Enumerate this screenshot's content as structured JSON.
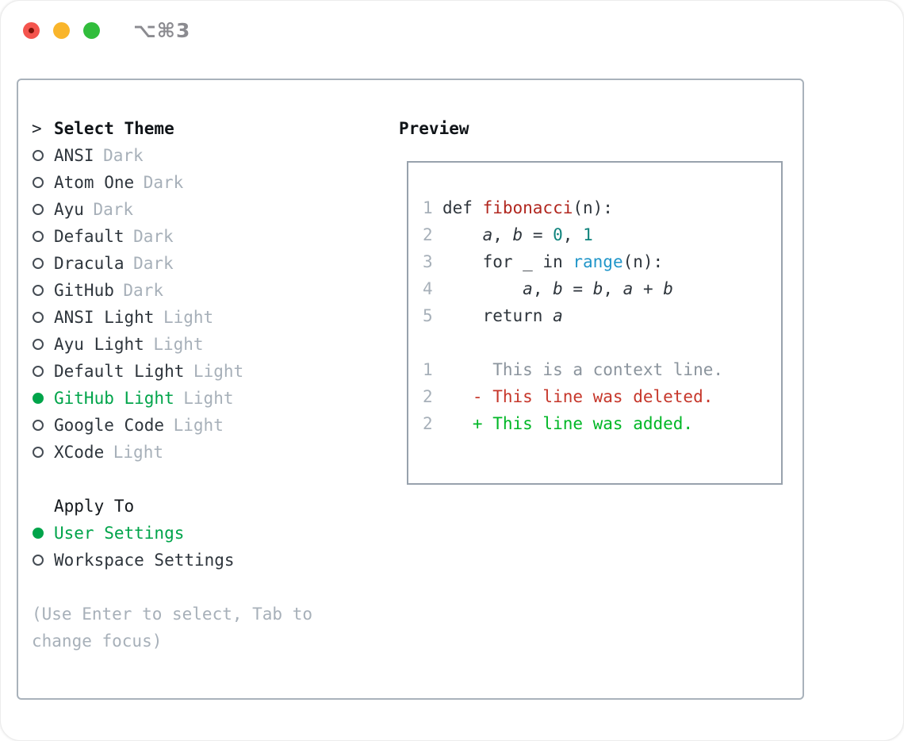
{
  "window": {
    "title": "⌥⌘3",
    "traffic_lights": {
      "close_color": "#f4554e",
      "close_dot_color": "#7c1309",
      "minimize_color": "#f9b52b",
      "zoom_color": "#31bd3c"
    }
  },
  "theme_panel": {
    "header": {
      "prefix": ">",
      "label": "Select Theme"
    },
    "selected_color": "#00a44a",
    "variant_color": "#a7b0b9",
    "themes": [
      {
        "name": "ANSI",
        "variant": "Dark",
        "selected": false
      },
      {
        "name": "Atom One",
        "variant": "Dark",
        "selected": false
      },
      {
        "name": "Ayu",
        "variant": "Dark",
        "selected": false
      },
      {
        "name": "Default",
        "variant": "Dark",
        "selected": false
      },
      {
        "name": "Dracula",
        "variant": "Dark",
        "selected": false
      },
      {
        "name": "GitHub",
        "variant": "Dark",
        "selected": false
      },
      {
        "name": "ANSI Light",
        "variant": "Light",
        "selected": false
      },
      {
        "name": "Ayu Light",
        "variant": "Light",
        "selected": false
      },
      {
        "name": "Default Light",
        "variant": "Light",
        "selected": false
      },
      {
        "name": "GitHub Light",
        "variant": "Light",
        "selected": true
      },
      {
        "name": "Google Code",
        "variant": "Light",
        "selected": false
      },
      {
        "name": "XCode",
        "variant": "Light",
        "selected": false
      }
    ],
    "apply_to": {
      "label": "Apply To",
      "options": [
        {
          "name": "User Settings",
          "selected": true
        },
        {
          "name": "Workspace Settings",
          "selected": false
        }
      ]
    },
    "hint": {
      "line1": "(Use Enter to select, Tab to",
      "line2": "change focus)"
    }
  },
  "preview": {
    "label": "Preview",
    "colors": {
      "function": "#b1271f",
      "number": "#0f837c",
      "builtin": "#2196c9",
      "context": "#8b949d",
      "deleted": "#c6372b",
      "added": "#00b726"
    },
    "lines": [
      {
        "no": "1",
        "segments": [
          [
            "def ",
            "kw"
          ],
          [
            "fibonacci",
            "func"
          ],
          [
            "(n):",
            "plain"
          ]
        ]
      },
      {
        "no": "2",
        "segments": [
          [
            "    ",
            "plain"
          ],
          [
            "a",
            "var"
          ],
          [
            ", ",
            "plain"
          ],
          [
            "b",
            "var"
          ],
          [
            " = ",
            "plain"
          ],
          [
            "0",
            "num"
          ],
          [
            ", ",
            "plain"
          ],
          [
            "1",
            "num"
          ]
        ]
      },
      {
        "no": "3",
        "segments": [
          [
            "    for _ in ",
            "kw"
          ],
          [
            "range",
            "builtin"
          ],
          [
            "(n):",
            "plain"
          ]
        ]
      },
      {
        "no": "4",
        "segments": [
          [
            "        ",
            "plain"
          ],
          [
            "a",
            "var"
          ],
          [
            ", ",
            "plain"
          ],
          [
            "b",
            "var"
          ],
          [
            " = ",
            "plain"
          ],
          [
            "b",
            "var"
          ],
          [
            ", ",
            "plain"
          ],
          [
            "a",
            "var"
          ],
          [
            " + ",
            "plain"
          ],
          [
            "b",
            "var"
          ]
        ]
      },
      {
        "no": "5",
        "segments": [
          [
            "    return ",
            "kw"
          ],
          [
            "a",
            "var"
          ]
        ]
      },
      {
        "no": "",
        "segments": []
      },
      {
        "no": "1",
        "segments": [
          [
            "     This is a context line.",
            "context"
          ]
        ]
      },
      {
        "no": "2",
        "segments": [
          [
            "   - This line was deleted.",
            "deleted"
          ]
        ]
      },
      {
        "no": "2",
        "segments": [
          [
            "   + This line was added.",
            "added"
          ]
        ]
      }
    ]
  }
}
